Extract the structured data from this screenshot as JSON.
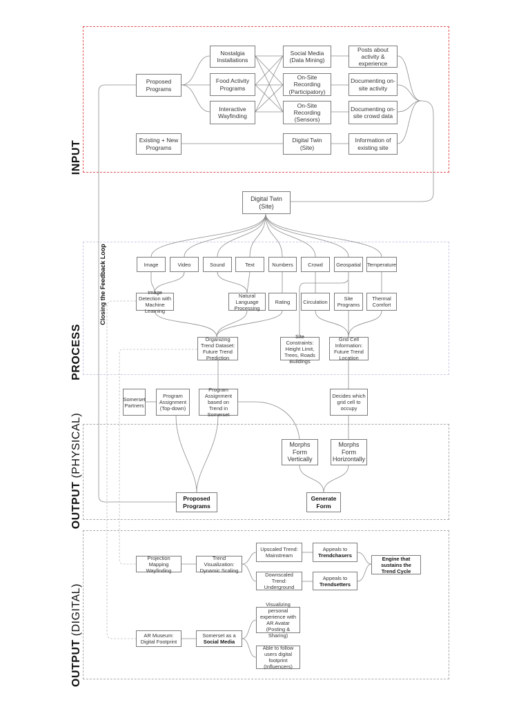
{
  "sections": {
    "input": "INPUT",
    "process": "PROCESS",
    "output_physical": {
      "bold": "OUTPUT",
      "light": "(PHYSICAL)"
    },
    "output_digital": {
      "bold": "OUTPUT",
      "light": "(DIGITAL)"
    }
  },
  "feedback_loop": "Closing the Feedback Loop",
  "input": {
    "proposed_programs": "Proposed Programs",
    "nostalgia": "Nostalgia Installations",
    "food": "Food Activity Programs",
    "wayfinding": "Interactive Wayfinding",
    "existing_new": "Existing + New Programs",
    "social_media": "Social Media (Data Mining)",
    "onsite_participatory": "On-Site Recording (Participatory)",
    "onsite_sensors": "On-Site Recording (Sensors)",
    "digital_twin_site": "Digital Twin (Site)",
    "posts": "Posts about activity & experience",
    "doc_activity": "Documenting on-site activity",
    "doc_crowd": "Documenting on-site crowd data",
    "info_existing": "Information of existing site"
  },
  "digital_twin": "Digital Twin (Site)",
  "process": {
    "image": "Image",
    "video": "Video",
    "sound": "Sound",
    "text": "Text",
    "numbers": "Numbers",
    "crowd": "Crowd",
    "geospatial": "Geospatial",
    "temperature": "Temperature",
    "image_detection": "Image Detection with Machine Learning",
    "nlp": "Natural Language Processing",
    "rating": "Rating",
    "circulation": "Circulation",
    "site_programs": "Site Programs",
    "thermal_comfort": "Thermal Comfort",
    "organizing": "Organizing Trend Dataset: Future Trend Prediction",
    "site_constraints": "Site Constraints: Height Limit, Trees, Roads Buildings",
    "grid_cell": "Grid Cell Information: Future Trend Location",
    "somerset_partners": "Somerset Partners",
    "program_topdown": "Program Assignment (Top-down)",
    "program_trend": "Program Assignment based on Trend in Somerset",
    "decides_grid": "Decides which grid cell to occupy"
  },
  "physical": {
    "morphs_vertical": "Morphs Form Vertically",
    "morphs_horizontal": "Morphs Form Horizontally",
    "proposed_programs": "Proposed Programs",
    "generate_form": "Generate Form"
  },
  "digital": {
    "projection": "Projection Mapping Wayfinding",
    "trend_viz": "Trend Visualization: Dynamic Scaling",
    "upscaled": "Upscaled Trend: Mainstream",
    "downscaled": "Downscaled Trend: Underground",
    "appeals_to": "Appeals to",
    "trendchasers": "Trendchasers",
    "trendsetters": "Trendsetters",
    "engine": "Engine that sustains the Trend Cycle",
    "ar_museum": "AR Museum: Digital Footprint",
    "somerset_as": "Somerset as a",
    "social_media": "Social Media",
    "visualizing": "Visualizing personal experience with AR Avatar (Posting & Sharing)",
    "able_follow": "Able to follow users digital footprint (Influencers)"
  }
}
